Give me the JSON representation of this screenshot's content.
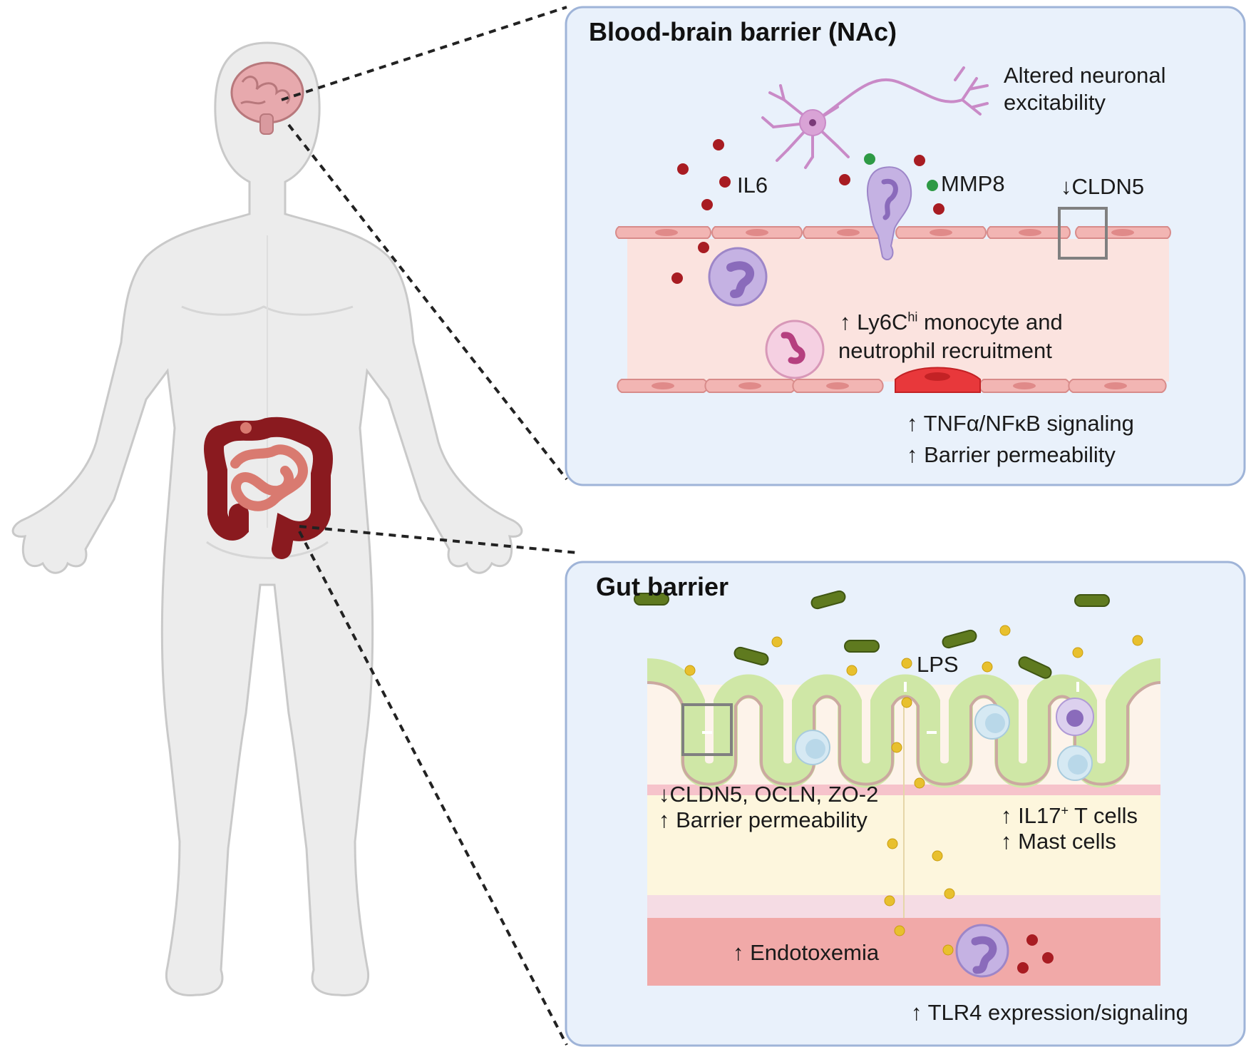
{
  "bbb": {
    "title": "Blood-brain barrier (NAc)",
    "neuron_line1": "Altered neuronal",
    "neuron_line2": "excitability",
    "il6": "IL6",
    "mmp8": "MMP8",
    "cldn5_arrow": "↓",
    "cldn5": "CLDN5",
    "recruit_arrow": "↑",
    "recruit_pre": "Ly6C",
    "recruit_sup": "hi",
    "recruit_post": " monocyte and",
    "recruit_line2": "neutrophil recruitment",
    "tnf_arrow": "↑",
    "tnf": "TNFα/NFκB signaling",
    "perm_arrow": "↑",
    "perm": "Barrier permeability"
  },
  "gut": {
    "title": "Gut barrier",
    "lps": "LPS",
    "tj_arrow": "↓",
    "tj": "CLDN5, OCLN, ZO-2",
    "perm_arrow": "↑",
    "perm": "Barrier permeability",
    "il17_arrow": "↑",
    "il17_pre": "IL17",
    "il17_sup": "+",
    "il17_post": " T cells",
    "mast_arrow": "↑",
    "mast": "Mast cells",
    "endo_arrow": "↑",
    "endo": "Endotoxemia",
    "tlr4_arrow": "↑",
    "tlr4": "TLR4 expression/signaling"
  },
  "colors": {
    "panel_fill": "#e9f1fb",
    "panel_border": "#9fb4d8",
    "endothelium": "#f2b5b3",
    "lumen": "#fbe3df",
    "activated_cell": "#e8383b",
    "cytokine": "#a81c22",
    "mmp8": "#2e9a45",
    "lps": "#e8c02e",
    "bacteria": "#5f7a1f",
    "epithelium": "#d8ebb0",
    "lamina": "#fdf3df",
    "blood": "#f1a9a8",
    "immune_cell": "#c5b2e3",
    "body": "#ececec"
  }
}
